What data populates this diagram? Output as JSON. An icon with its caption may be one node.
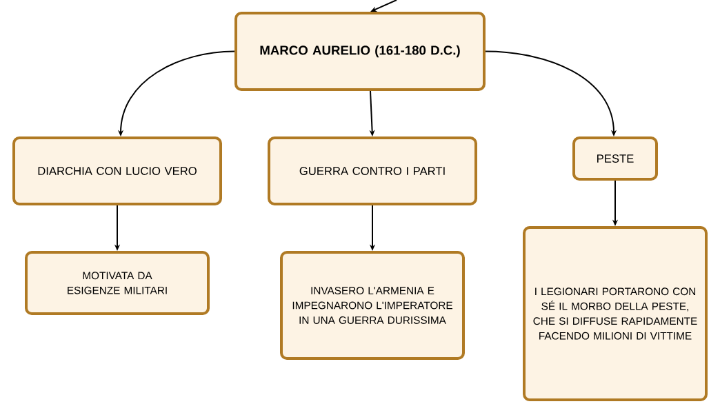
{
  "diagram": {
    "nodes": [
      {
        "text": [
          "MARCO AURELIO (161-180 D.C.)"
        ]
      },
      {
        "text": [
          "DIARCHIA CON LUCIO VERO"
        ]
      },
      {
        "text": [
          "GUERRA CONTRO I PARTI"
        ]
      },
      {
        "text": [
          "PESTE"
        ]
      },
      {
        "text": [
          "MOTIVATA DA ESIGENZE MILITARI"
        ]
      },
      {
        "text": [
          "INVASERO L'ARMENIA E IMPEGNARONO L'IMPERATORE IN UNA GUERRA DURISSIMA"
        ]
      },
      {
        "text": [
          "I LEGIONARI PORTARONO CON SÉ IL MORBO DELLA PESTE, CHE SI DIFFUSE RAPIDAMENTE FACENDO MILIONI DI VITTIME"
        ]
      }
    ],
    "edges": [
      {
        "from": null,
        "to": 0,
        "arrow": "to"
      },
      {
        "from": 0,
        "to": 1,
        "arrow": "to"
      },
      {
        "from": 0,
        "to": 2,
        "arrow": "to"
      },
      {
        "from": 0,
        "to": 3,
        "arrow": "to"
      },
      {
        "from": 1,
        "to": 4,
        "arrow": "to"
      },
      {
        "from": 2,
        "to": 5,
        "arrow": "to"
      },
      {
        "from": 3,
        "to": 6,
        "arrow": "to"
      }
    ]
  }
}
